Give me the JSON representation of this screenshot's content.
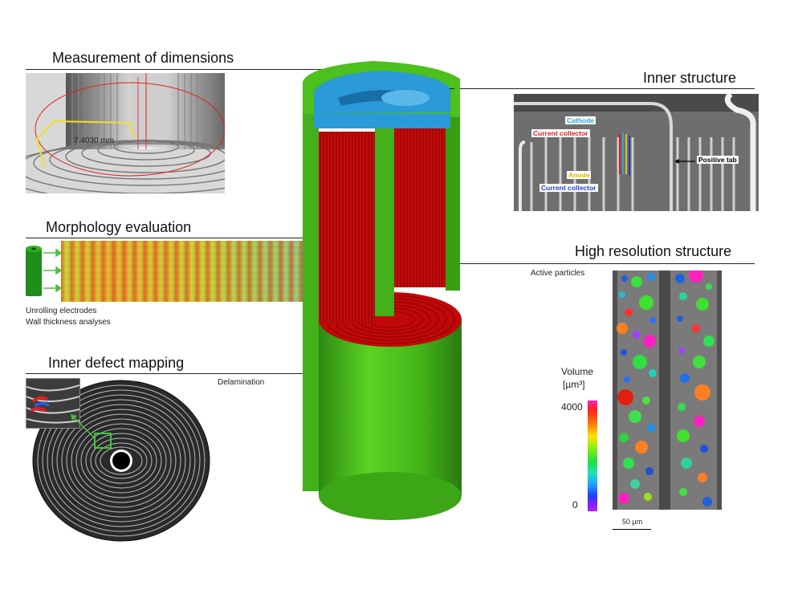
{
  "sections": {
    "measurement": {
      "title": "Measurement of dimensions",
      "value": "7.4030 mm"
    },
    "morphology": {
      "title": "Morphology evaluation",
      "caption_1": "Unrolling electrodes",
      "caption_2": "Wall thickness analyses"
    },
    "defect": {
      "title": "Inner defect mapping",
      "caption": "Delamination"
    },
    "inner": {
      "title": "Inner structure",
      "labels": {
        "cathode": "Cathode",
        "current_collector_top": "Current collector",
        "anode": "Anode",
        "current_collector_bottom": "Current collector",
        "positive_tab": "Positive tab"
      }
    },
    "highres": {
      "title": "High resolution structure",
      "caption": "Active particles",
      "scale_bar": "50 µm",
      "colorbar": {
        "title_1": "Volume",
        "title_2": "[µm³]",
        "max": "4000",
        "min": "0"
      }
    }
  },
  "colors": {
    "casing": "#52c81e",
    "electrode": "#d01010",
    "cap": "#2a9ad8",
    "cathode_label": "#2aa6d8",
    "collector_top_label": "#d22020",
    "anode_label": "#e8c000",
    "collector_bottom_label": "#2040c8"
  }
}
